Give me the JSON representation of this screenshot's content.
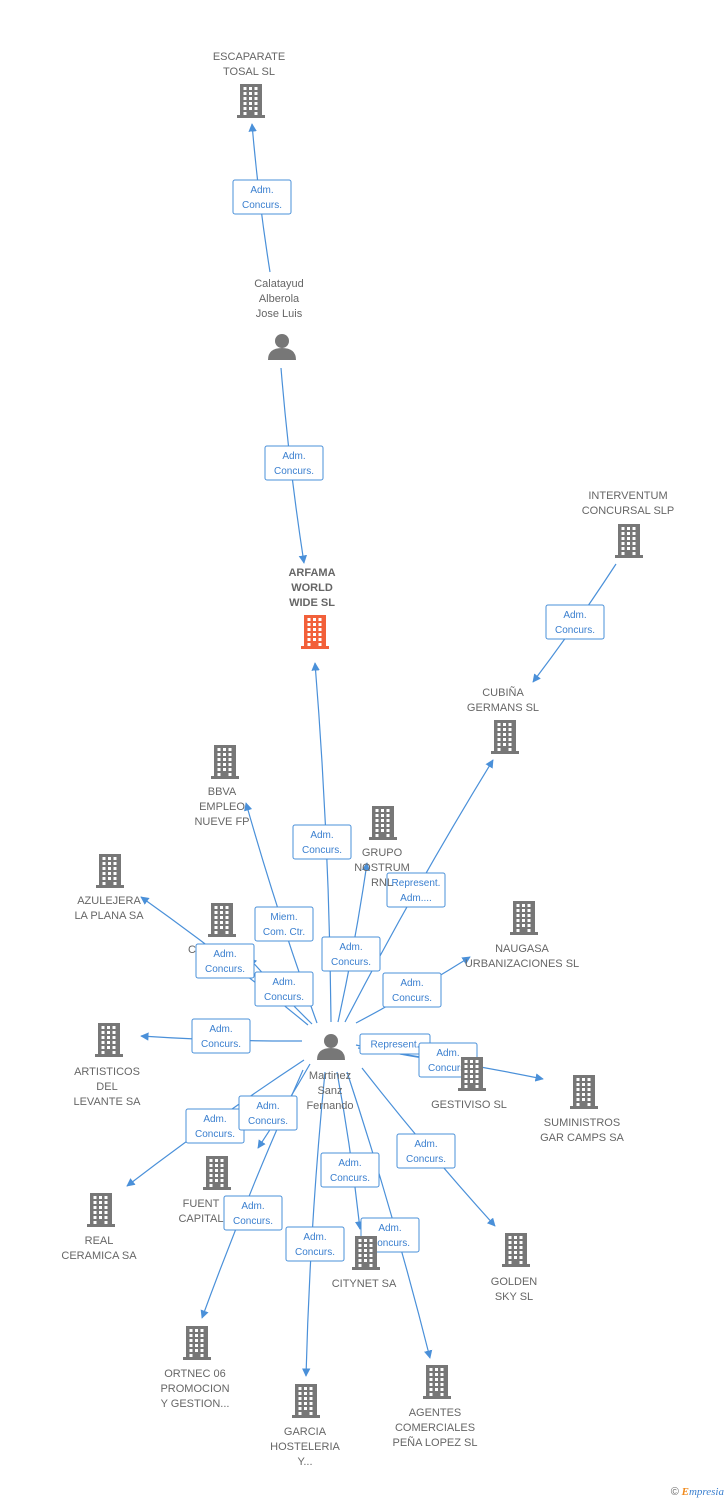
{
  "colors": {
    "edge": "#4a90d9",
    "company": "#777777",
    "main_company": "#f2603a",
    "person": "#777777"
  },
  "nodes": [
    {
      "id": "escaparate",
      "type": "company",
      "label": [
        "ESCAPARATE",
        "TOSAL SL"
      ]
    },
    {
      "id": "calatayud",
      "type": "person",
      "label": [
        "Calatayud",
        "Alberola",
        "Jose Luis"
      ]
    },
    {
      "id": "arfama",
      "type": "company",
      "main": true,
      "label": [
        "ARFAMA",
        "WORLD",
        "WIDE SL"
      ]
    },
    {
      "id": "interventum",
      "type": "company",
      "label": [
        "INTERVENTUM",
        "CONCURSAL SLP"
      ]
    },
    {
      "id": "cubina",
      "type": "company",
      "label": [
        "CUBIÑA",
        "GERMANS SL"
      ]
    },
    {
      "id": "bbva",
      "type": "company",
      "label": [
        "BBVA",
        "EMPLEO",
        "NUEVE FP"
      ]
    },
    {
      "id": "grupo",
      "type": "company",
      "label": [
        "GRUPO",
        "NOSTRUM",
        "RNL"
      ]
    },
    {
      "id": "azulejera",
      "type": "company",
      "label": [
        "AZULEJERA",
        "LA PLANA SA"
      ]
    },
    {
      "id": "c_hidden",
      "type": "company",
      "label": [
        "C"
      ]
    },
    {
      "id": "naugasa",
      "type": "company",
      "label": [
        "NAUGASA",
        "URBANIZACIONES SL"
      ]
    },
    {
      "id": "martinez",
      "type": "person",
      "label": [
        "Martinez",
        "Sanz",
        "Fernando"
      ]
    },
    {
      "id": "artisticos",
      "type": "company",
      "label": [
        "ARTISTICOS",
        "DEL",
        "LEVANTE SA"
      ]
    },
    {
      "id": "gestiviso",
      "type": "company",
      "label": [
        "GESTIVISO SL"
      ]
    },
    {
      "id": "suministros",
      "type": "company",
      "label": [
        "SUMINISTROS",
        "GAR CAMPS SA"
      ]
    },
    {
      "id": "fuente",
      "type": "company",
      "label": [
        "FUENT",
        "CAPITAL"
      ]
    },
    {
      "id": "real",
      "type": "company",
      "label": [
        "REAL",
        "CERAMICA SA"
      ]
    },
    {
      "id": "citynet",
      "type": "company",
      "label": [
        "CITYNET SA"
      ]
    },
    {
      "id": "golden",
      "type": "company",
      "label": [
        "GOLDEN",
        "SKY SL"
      ]
    },
    {
      "id": "ortnec",
      "type": "company",
      "label": [
        "ORTNEC 06",
        "PROMOCION",
        "Y GESTION..."
      ]
    },
    {
      "id": "garcia",
      "type": "company",
      "label": [
        "GARCIA",
        "HOSTELERIA",
        "Y..."
      ]
    },
    {
      "id": "agentes",
      "type": "company",
      "label": [
        "AGENTES",
        "COMERCIALES",
        "PEÑA LOPEZ SL"
      ]
    }
  ],
  "edges": [
    {
      "from": "calatayud",
      "to": "escaparate",
      "label": [
        "Adm.",
        "Concurs."
      ]
    },
    {
      "from": "calatayud",
      "to": "arfama",
      "label": [
        "Adm.",
        "Concurs."
      ]
    },
    {
      "from": "interventum",
      "to": "cubina",
      "label": [
        "Adm.",
        "Concurs."
      ]
    },
    {
      "from": "martinez",
      "to": "arfama",
      "label": [
        "Adm.",
        "Concurs."
      ]
    },
    {
      "from": "martinez",
      "to": "bbva",
      "label": [
        "Miem.",
        "Com. Ctr."
      ]
    },
    {
      "from": "martinez",
      "to": "grupo",
      "label": [
        "Adm.",
        "Concurs."
      ]
    },
    {
      "from": "martinez",
      "to": "cubina",
      "label": [
        "Represent.",
        "Adm...."
      ]
    },
    {
      "from": "martinez",
      "to": "azulejera",
      "label": [
        "Adm.",
        "Concurs."
      ]
    },
    {
      "from": "martinez",
      "to": "c_hidden",
      "label": [
        "Adm.",
        "Concurs."
      ]
    },
    {
      "from": "martinez",
      "to": "naugasa",
      "label": [
        "Adm.",
        "Concurs."
      ]
    },
    {
      "from": "martinez",
      "to": "artisticos",
      "label": [
        "Adm.",
        "Concurs."
      ]
    },
    {
      "from": "martinez",
      "to": "gestiviso",
      "label": [
        "Represent."
      ]
    },
    {
      "from": "martinez",
      "to": "suministros",
      "label": [
        "Adm.",
        "Concurs."
      ]
    },
    {
      "from": "martinez",
      "to": "real",
      "label": [
        "Adm.",
        "Concurs."
      ]
    },
    {
      "from": "martinez",
      "to": "fuente",
      "label": [
        "Adm.",
        "Concurs."
      ]
    },
    {
      "from": "martinez",
      "to": "ortnec",
      "label": [
        "Adm.",
        "Concurs."
      ]
    },
    {
      "from": "martinez",
      "to": "citynet",
      "label": [
        "Adm.",
        "Concurs."
      ]
    },
    {
      "from": "martinez",
      "to": "garcia",
      "label": [
        "Adm.",
        "Concurs."
      ]
    },
    {
      "from": "martinez",
      "to": "agentes",
      "label": [
        "Adm.",
        "Concurs."
      ]
    },
    {
      "from": "martinez",
      "to": "golden",
      "label": [
        "Adm.",
        "Concurs."
      ]
    }
  ],
  "footer": {
    "copyright": "©",
    "brand_e": "E",
    "brand_rest": "mpresia"
  }
}
